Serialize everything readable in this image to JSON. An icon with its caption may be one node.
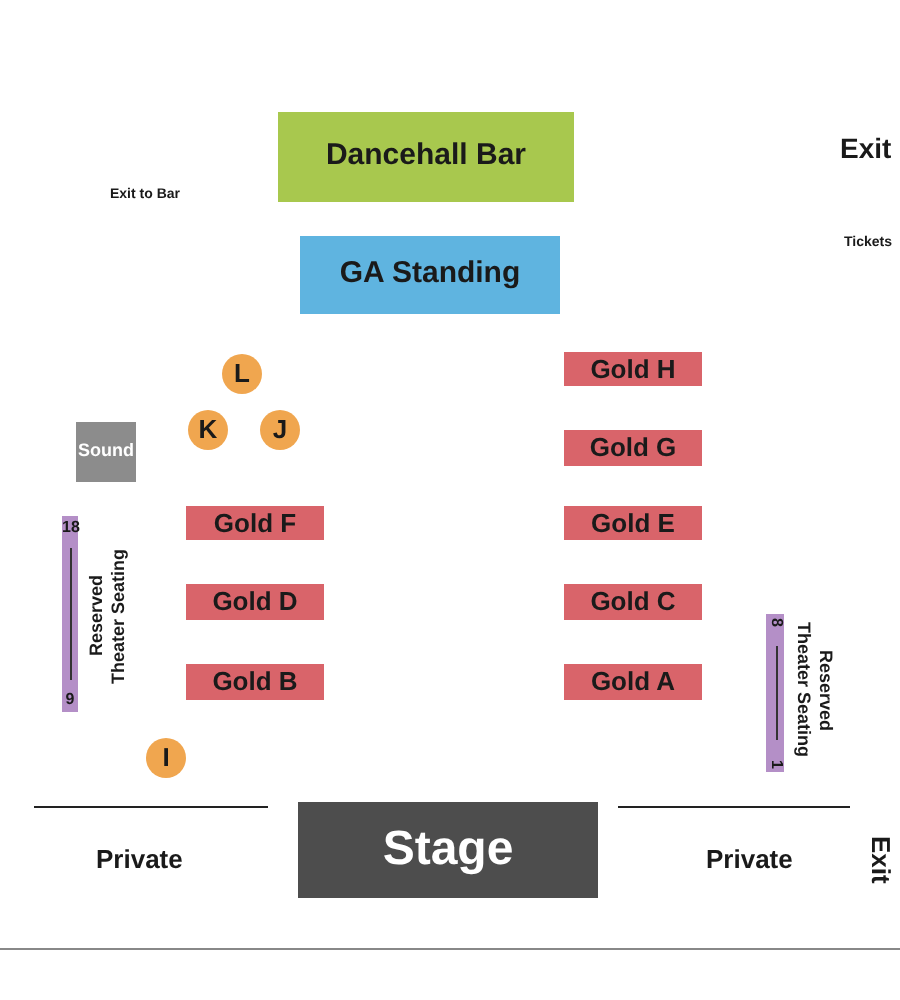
{
  "diagram": {
    "nodes": [
      {
        "text": [
          "Dancehall Bar"
        ]
      },
      {
        "text": [
          "GA Standing"
        ]
      },
      {
        "text": [
          "Gold H"
        ]
      },
      {
        "text": [
          "L"
        ]
      },
      {
        "text": [
          "K"
        ]
      },
      {
        "text": [
          "J"
        ]
      },
      {
        "text": [
          "Sound"
        ]
      },
      {
        "text": [
          "Gold G"
        ]
      },
      {
        "text": [
          "Gold F"
        ]
      },
      {
        "text": [
          "Gold E"
        ]
      },
      {
        "text": [
          "18",
          "9"
        ],
        "beside": [
          "Reserved Theater Seating"
        ]
      },
      {
        "text": [
          "Gold D"
        ]
      },
      {
        "text": [
          "Gold C"
        ]
      },
      {
        "text": [
          "Gold B"
        ]
      },
      {
        "text": [
          "Gold A"
        ]
      },
      {
        "text": [
          "8",
          "1"
        ],
        "beside": [
          "Reserved Theater Seating"
        ]
      },
      {
        "text": [
          "I"
        ]
      },
      {
        "text": [
          "Stage"
        ]
      }
    ],
    "edges": [],
    "labels": [
      "Exit",
      "Exit to Bar",
      "Tickets",
      "Private",
      "Private",
      "Exit"
    ]
  }
}
